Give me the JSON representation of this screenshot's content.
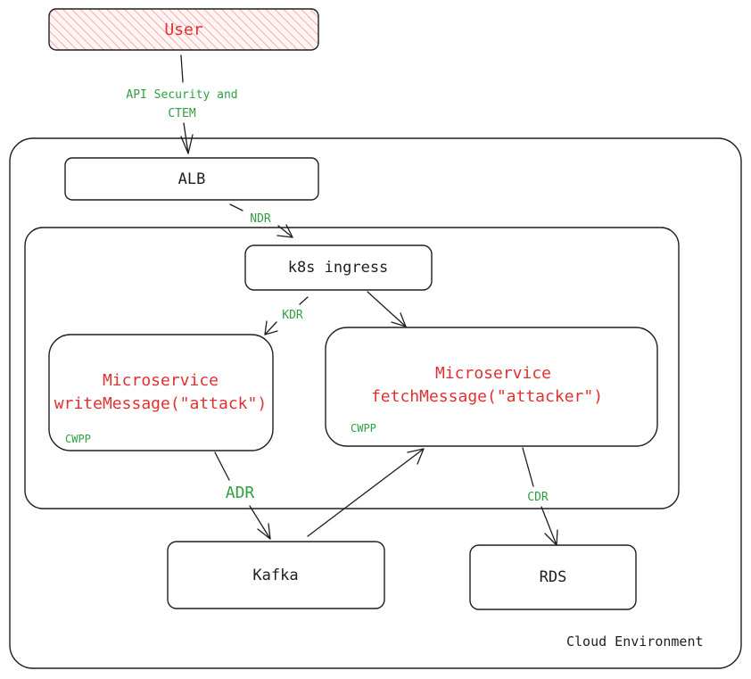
{
  "colors": {
    "stroke": "#1e1e1e",
    "red": "#e03131",
    "green": "#2f9e44",
    "user_fill": "#ffc9c9"
  },
  "nodes": {
    "user": "User",
    "alb": "ALB",
    "ingress": "k8s ingress",
    "ms_write_title": "Microservice",
    "ms_write_call": "writeMessage(\"attack\")",
    "ms_write_tag": "CWPP",
    "ms_fetch_title": "Microservice",
    "ms_fetch_call": "fetchMessage(\"attacker\")",
    "ms_fetch_tag": "CWPP",
    "kafka": "Kafka",
    "rds": "RDS"
  },
  "edge_labels": {
    "api_line1": "API Security and",
    "api_line2": "CTEM",
    "ndr": "NDR",
    "kdr": "KDR",
    "adr": "ADR",
    "cdr": "CDR"
  },
  "environment_label": "Cloud Environment"
}
